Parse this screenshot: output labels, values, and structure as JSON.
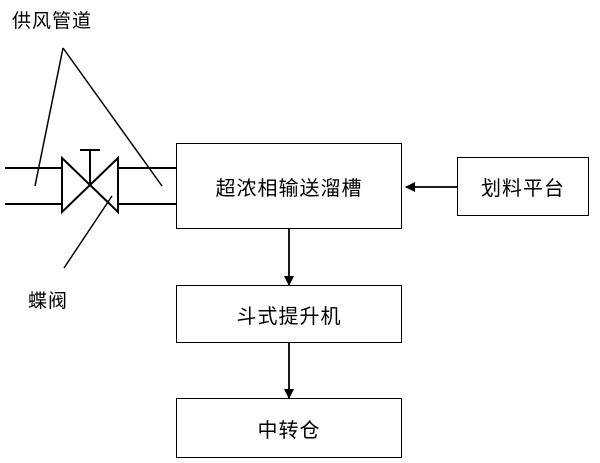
{
  "labels": {
    "supply_pipe": "供风管道",
    "butterfly_valve": "蝶阀"
  },
  "boxes": {
    "chute": "超浓相输送溜槽",
    "platform": "划料平台",
    "elevator": "斗式提升机",
    "transfer_bin": "中转仓"
  }
}
